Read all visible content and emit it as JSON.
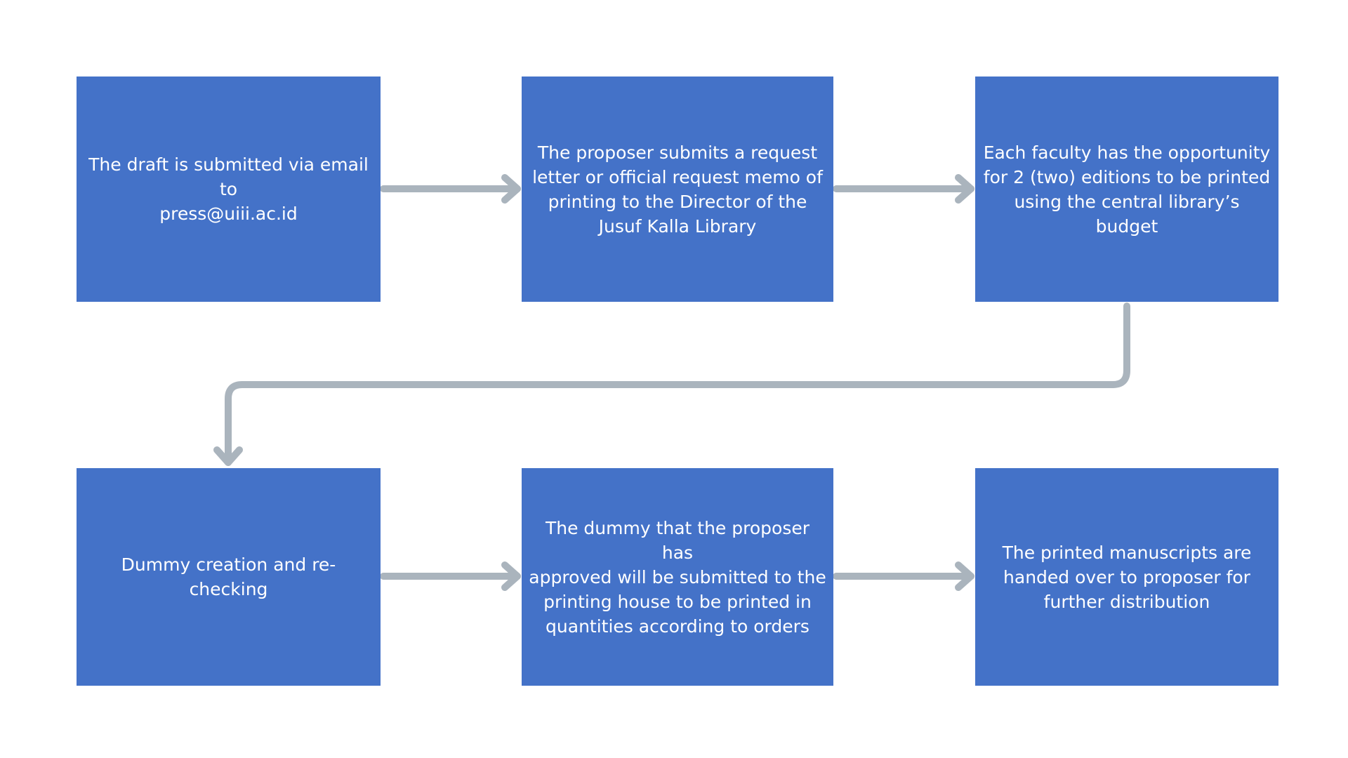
{
  "diagram": {
    "colors": {
      "box_fill": "#4472c8",
      "box_text": "#ffffff",
      "connector": "#aab4bd",
      "background": "#ffffff"
    },
    "steps": [
      {
        "text": "The draft is submitted via email to\npress@uiii.ac.id"
      },
      {
        "text": "The proposer submits a request\nletter or official request memo of\nprinting to the Director of the\nJusuf Kalla Library"
      },
      {
        "text": "Each faculty has the opportunity\nfor 2 (two) editions to be printed\nusing the central library’s budget"
      },
      {
        "text": "Dummy creation and re-checking"
      },
      {
        "text": "The dummy that the proposer has\napproved will be submitted to the\nprinting house to be printed in\nquantities according to orders"
      },
      {
        "text": "The printed manuscripts are\nhanded over to proposer for\nfurther distribution"
      }
    ]
  }
}
